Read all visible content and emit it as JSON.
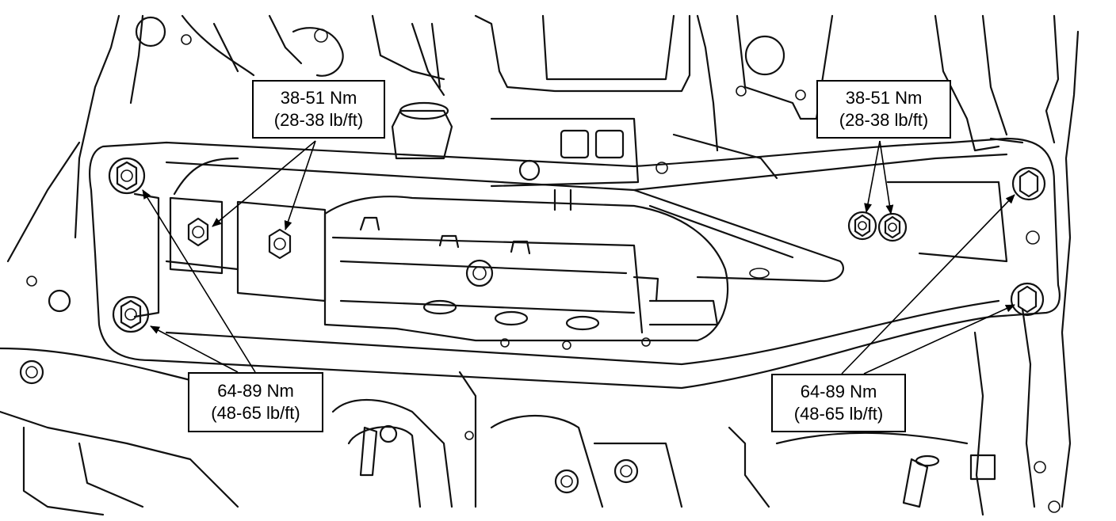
{
  "callouts": [
    {
      "id": "upper-left",
      "metric": "38-51 Nm",
      "imperial": "(28-38 lb/ft)"
    },
    {
      "id": "upper-right",
      "metric": "38-51 Nm",
      "imperial": "(28-38 lb/ft)"
    },
    {
      "id": "lower-left",
      "metric": "64-89 Nm",
      "imperial": "(48-65 lb/ft)"
    },
    {
      "id": "lower-right",
      "metric": "64-89 Nm",
      "imperial": "(48-65 lb/ft)"
    }
  ],
  "stroke_color": "#111111",
  "background_color": "#ffffff"
}
